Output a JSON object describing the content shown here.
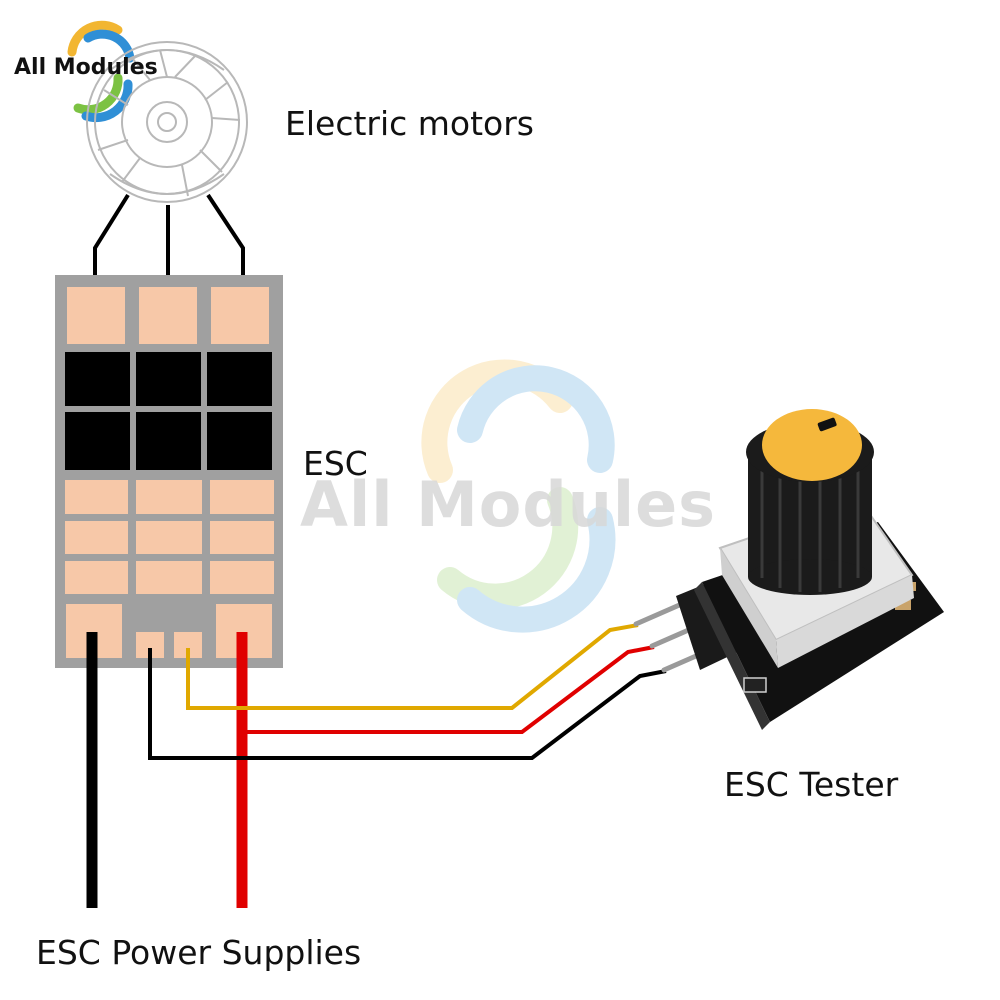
{
  "brand": {
    "logo_text": "All Modules",
    "watermark_text": "All Modules",
    "colors": {
      "logo_yellow": "#f2b632",
      "logo_blue": "#2f8fd6",
      "logo_green": "#7cc243"
    }
  },
  "labels": {
    "motors": "Electric motors",
    "esc": "ESC",
    "tester": "ESC Tester",
    "power": "ESC Power Supplies"
  },
  "colors": {
    "pad": "#f7c8a8",
    "board": "#a0a0a0",
    "mosfet": "#000000",
    "signal_wire": "#e0a800",
    "power_wire": "#e00000",
    "ground_wire": "#000000",
    "knob_cap": "#f5b83c"
  },
  "icons": {
    "motor": "motor-icon",
    "tester": "esc-tester-icon",
    "logo": "logo-icon"
  }
}
